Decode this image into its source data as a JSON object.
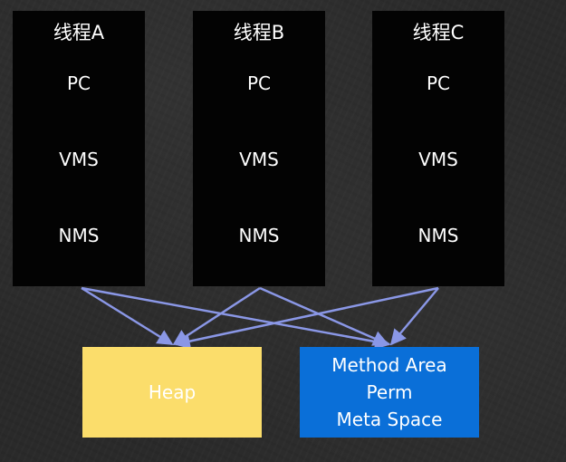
{
  "threads": [
    {
      "title": "线程A",
      "pc": "PC",
      "vms": "VMS",
      "nms": "NMS"
    },
    {
      "title": "线程B",
      "pc": "PC",
      "vms": "VMS",
      "nms": "NMS"
    },
    {
      "title": "线程C",
      "pc": "PC",
      "vms": "VMS",
      "nms": "NMS"
    }
  ],
  "heap": {
    "label": "Heap"
  },
  "method_area": {
    "lines": [
      "Method Area",
      "Perm",
      "Meta Space"
    ]
  },
  "colors": {
    "thread_bg": "#030303",
    "heap": "#fbdd6b",
    "method_area": "#0a6fd8",
    "arrow": "#8a97e6",
    "text": "#ffffff"
  }
}
